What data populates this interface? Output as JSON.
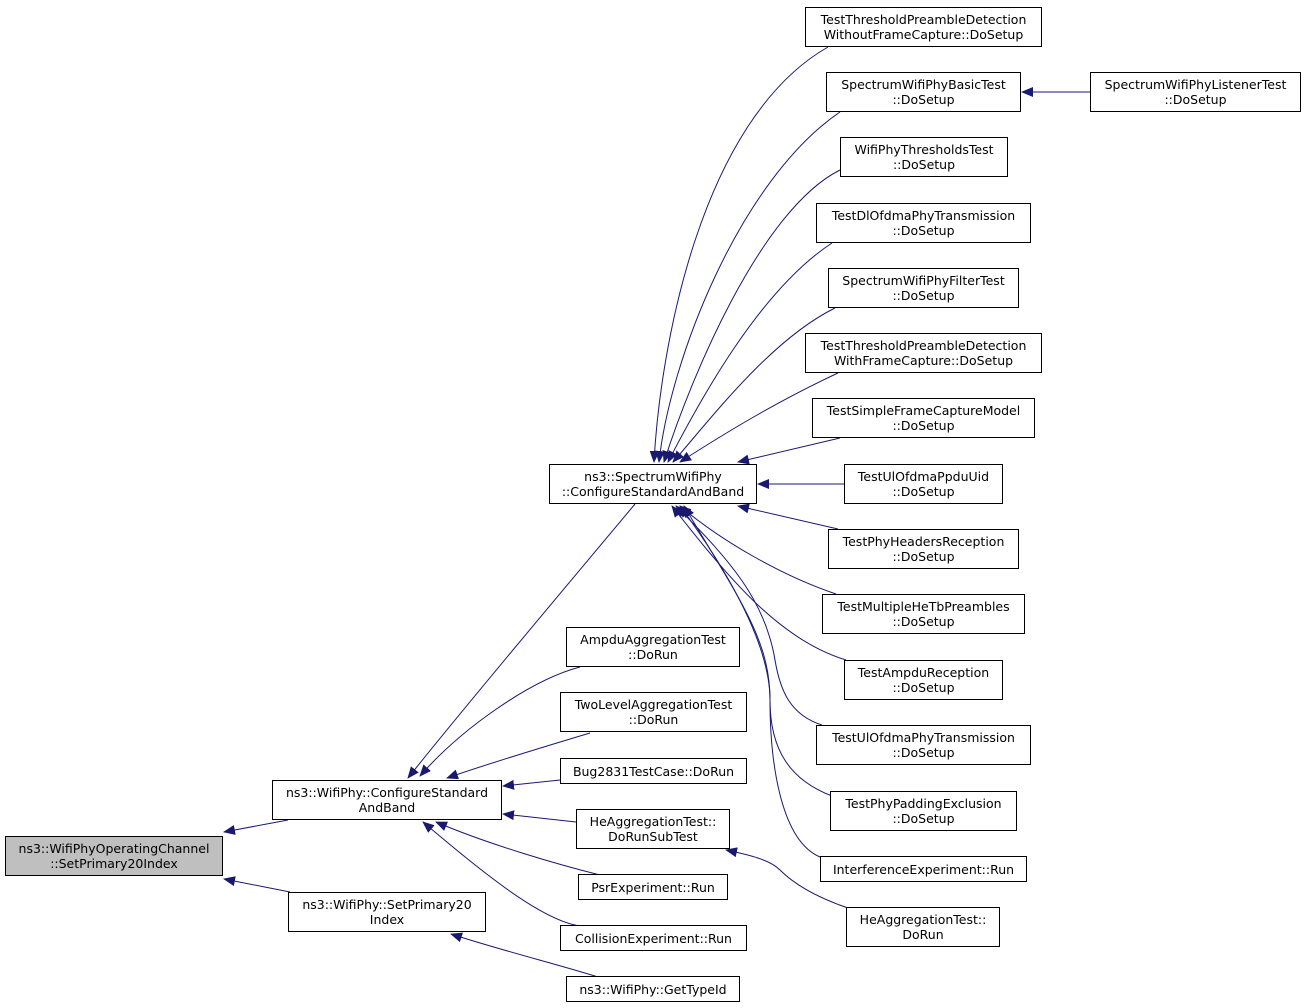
{
  "colors": {
    "edge": "#191970",
    "root_fill": "#bfbfbf",
    "node_fill": "#ffffff",
    "border": "#000000"
  },
  "nodes": {
    "root": {
      "line1": "ns3::WifiPhyOperatingChannel",
      "line2": "::SetPrimary20Index"
    },
    "wifiphy_configure": {
      "line1": "ns3::WifiPhy::ConfigureStandard",
      "line2": "AndBand"
    },
    "wifiphy_setprimary": {
      "line1": "ns3::WifiPhy::SetPrimary20",
      "line2": "Index"
    },
    "spectrum_configure": {
      "line1": "ns3::SpectrumWifiPhy",
      "line2": "::ConfigureStandardAndBand"
    },
    "ampdu_aggregation": {
      "line1": "AmpduAggregationTest",
      "line2": "::DoRun"
    },
    "two_level_aggregation": {
      "line1": "TwoLevelAggregationTest",
      "line2": "::DoRun"
    },
    "bug2831": {
      "line1": "Bug2831TestCase::DoRun",
      "line2": ""
    },
    "he_aggregation_subtest": {
      "line1": "HeAggregationTest::",
      "line2": "DoRunSubTest"
    },
    "psr_experiment": {
      "line1": "PsrExperiment::Run",
      "line2": ""
    },
    "collision_experiment": {
      "line1": "CollisionExperiment::Run",
      "line2": ""
    },
    "get_type_id": {
      "line1": "ns3::WifiPhy::GetTypeId",
      "line2": ""
    },
    "threshold_without_capture": {
      "line1": "TestThresholdPreambleDetection",
      "line2": "WithoutFrameCapture::DoSetup"
    },
    "spectrum_basic": {
      "line1": "SpectrumWifiPhyBasicTest",
      "line2": "::DoSetup"
    },
    "spectrum_listener": {
      "line1": "SpectrumWifiPhyListenerTest",
      "line2": "::DoSetup"
    },
    "thresholds_test": {
      "line1": "WifiPhyThresholdsTest",
      "line2": "::DoSetup"
    },
    "dl_ofdma": {
      "line1": "TestDlOfdmaPhyTransmission",
      "line2": "::DoSetup"
    },
    "spectrum_filter": {
      "line1": "SpectrumWifiPhyFilterTest",
      "line2": "::DoSetup"
    },
    "threshold_with_capture": {
      "line1": "TestThresholdPreambleDetection",
      "line2": "WithFrameCapture::DoSetup"
    },
    "simple_frame_capture": {
      "line1": "TestSimpleFrameCaptureModel",
      "line2": "::DoSetup"
    },
    "ul_ofdma_ppdu_uid": {
      "line1": "TestUlOfdmaPpduUid",
      "line2": "::DoSetup"
    },
    "phy_headers_reception": {
      "line1": "TestPhyHeadersReception",
      "line2": "::DoSetup"
    },
    "multiple_he_tb": {
      "line1": "TestMultipleHeTbPreambles",
      "line2": "::DoSetup"
    },
    "ampdu_reception": {
      "line1": "TestAmpduReception",
      "line2": "::DoSetup"
    },
    "ul_ofdma_phy": {
      "line1": "TestUlOfdmaPhyTransmission",
      "line2": "::DoSetup"
    },
    "phy_padding": {
      "line1": "TestPhyPaddingExclusion",
      "line2": "::DoSetup"
    },
    "interference_experiment": {
      "line1": "InterferenceExperiment::Run",
      "line2": ""
    },
    "he_aggregation_dorun": {
      "line1": "HeAggregationTest::",
      "line2": "DoRun"
    }
  }
}
